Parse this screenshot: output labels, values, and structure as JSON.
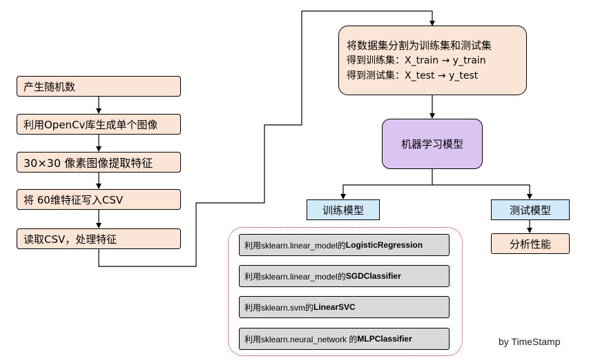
{
  "left_steps": [
    "产生随机数",
    "利用OpenCv库生成单个图像",
    "30×30 像素图像提取特征",
    "将 60维特征写入CSV",
    "读取CSV，处理特征"
  ],
  "split": {
    "line1": "将数据集分割为训练集和测试集",
    "line2": "得到训练集：X_train → y_train",
    "line3": "得到测试集：X_test → y_test"
  },
  "model": "机器学习模型",
  "train": "训练模型",
  "test": "测试模型",
  "analysis": "分析性能",
  "classifiers": [
    {
      "prefix": "利用sklearn.linear_model的",
      "name": "LogisticRegression"
    },
    {
      "prefix": "利用sklearn.linear_model的",
      "name": "SGDClassifier"
    },
    {
      "prefix": "利用sklearn.svm的",
      "name": "LinearSVC"
    },
    {
      "prefix": "利用sklearn.neural_network 的",
      "name": "MLPClassifier"
    }
  ],
  "credit": "by TimeStamp"
}
